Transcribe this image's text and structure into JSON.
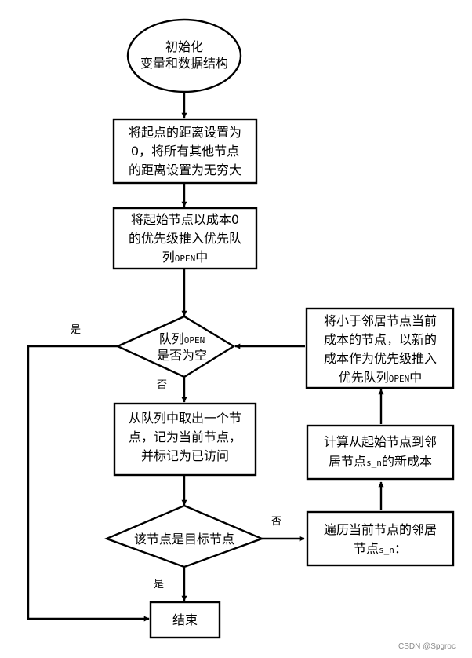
{
  "nodes": {
    "start": {
      "lines": [
        "初始化",
        "变量和数据结构"
      ]
    },
    "init_distance": {
      "lines": [
        "将起点的距离设置为",
        "0，将所有其他节点",
        "的距离设置为无穷大"
      ]
    },
    "push_start": {
      "line1": "将起始节点以成本0",
      "line2": "的优先级推入优先队",
      "line3_pre": "列",
      "line3_tag": "OPEN",
      "line3_post": "中"
    },
    "queue_empty": {
      "line1_pre": "队列",
      "line1_tag": "OPEN",
      "line2": "是否为空"
    },
    "pop_node": {
      "lines": [
        "从队列中取出一个节",
        "点，记为当前节点，",
        "并标记为已访问"
      ]
    },
    "is_goal": {
      "lines": [
        "该节点是目标节点"
      ]
    },
    "end": {
      "lines": [
        "结束"
      ]
    },
    "iterate_neighbors": {
      "line1": "遍历当前节点的邻居",
      "line2_pre": "节点",
      "line2_tag": "s_n",
      "line2_post": "："
    },
    "compute_cost": {
      "line1": "计算从起始节点到邻",
      "line2_pre": "居节点",
      "line2_tag": "s_n",
      "line2_post": "的新成本"
    },
    "update_queue": {
      "line1": "将小于邻居节点当前",
      "line2": "成本的节点，以新的",
      "line3": "成本作为优先级推入",
      "line4_pre": "优先队列",
      "line4_tag": "OPEN",
      "line4_post": "中"
    }
  },
  "edge_labels": {
    "queue_empty_yes": "是",
    "queue_empty_no": "否",
    "is_goal_no": "否",
    "is_goal_yes": "是"
  },
  "watermark": "CSDN @Spgroc"
}
